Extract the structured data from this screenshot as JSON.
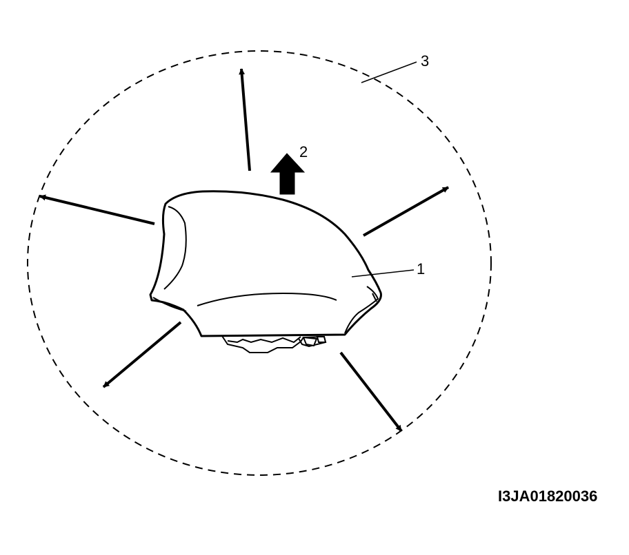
{
  "diagram": {
    "callouts": {
      "airbag_module": "1",
      "deploy_direction": "2",
      "deployment_zone": "3"
    },
    "figure_id": "I3JA01820036"
  },
  "colors": {
    "ink": "#000000",
    "background": "#ffffff"
  }
}
